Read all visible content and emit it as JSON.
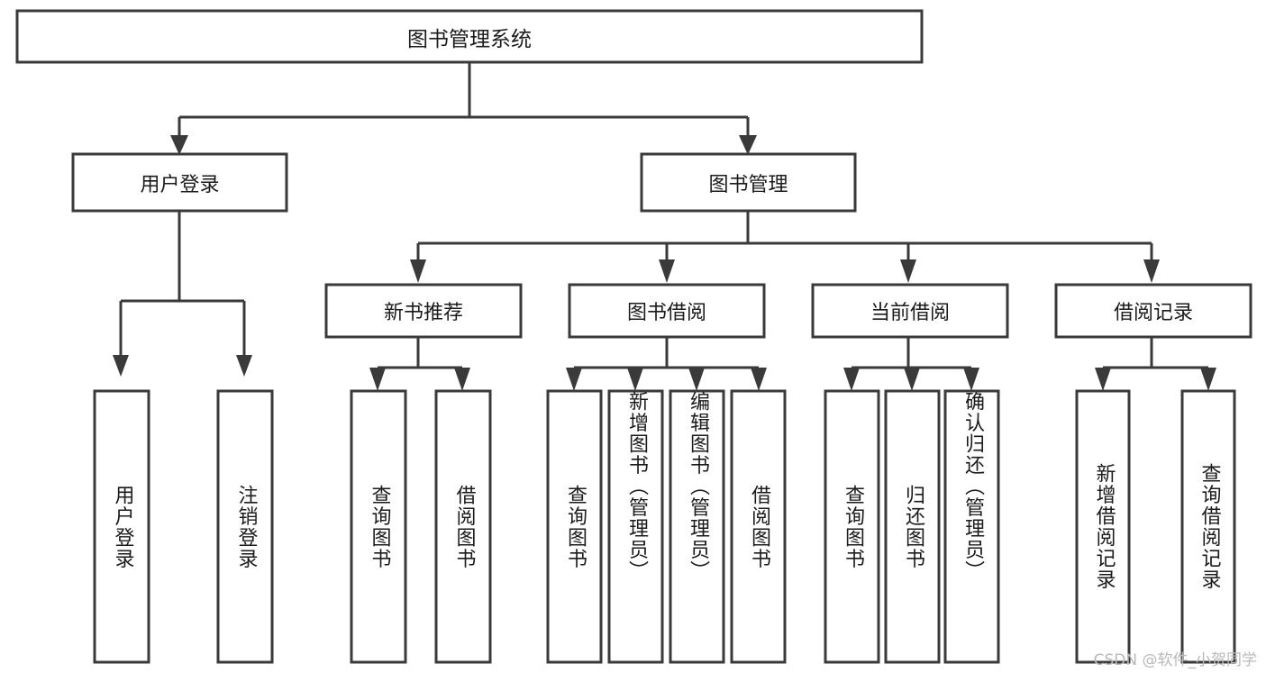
{
  "diagram": {
    "type": "tree-hierarchy",
    "title": "图书管理系统",
    "root": {
      "id": "root",
      "label": "图书管理系统"
    },
    "level1": [
      {
        "id": "user-login",
        "label": "用户登录"
      },
      {
        "id": "book-manage",
        "label": "图书管理"
      }
    ],
    "level2": [
      {
        "id": "new-book-rec",
        "label": "新书推荐",
        "parent": "book-manage"
      },
      {
        "id": "book-borrow",
        "label": "图书借阅",
        "parent": "book-manage"
      },
      {
        "id": "current-borrow",
        "label": "当前借阅",
        "parent": "book-manage"
      },
      {
        "id": "borrow-record",
        "label": "借阅记录",
        "parent": "book-manage"
      }
    ],
    "leaves": [
      {
        "id": "leaf-user-login",
        "label": "用户登录",
        "parent": "user-login"
      },
      {
        "id": "leaf-logout",
        "label": "注销登录",
        "parent": "user-login"
      },
      {
        "id": "leaf-query-book-1",
        "label": "查询图书",
        "parent": "new-book-rec"
      },
      {
        "id": "leaf-borrow-book-1",
        "label": "借阅图书",
        "parent": "new-book-rec"
      },
      {
        "id": "leaf-query-book-2",
        "label": "查询图书",
        "parent": "book-borrow"
      },
      {
        "id": "leaf-add-book",
        "label": "新增图书（管理员）",
        "parent": "book-borrow"
      },
      {
        "id": "leaf-edit-book",
        "label": "编辑图书（管理员）",
        "parent": "book-borrow"
      },
      {
        "id": "leaf-borrow-book-2",
        "label": "借阅图书",
        "parent": "book-borrow"
      },
      {
        "id": "leaf-query-book-3",
        "label": "查询图书",
        "parent": "current-borrow"
      },
      {
        "id": "leaf-return-book",
        "label": "归还图书",
        "parent": "current-borrow"
      },
      {
        "id": "leaf-confirm-return",
        "label": "确认归还（管理员）",
        "parent": "current-borrow"
      },
      {
        "id": "leaf-add-record",
        "label": "新增借阅记录",
        "parent": "borrow-record"
      },
      {
        "id": "leaf-query-record",
        "label": "查询借阅记录",
        "parent": "borrow-record"
      }
    ],
    "colors": {
      "stroke": "#3a3a3a",
      "fill": "#ffffff",
      "text": "#1b1b1b",
      "watermark": "#b9b9b9"
    }
  },
  "watermark": {
    "text": "CSDN @软件_小贺同学"
  }
}
